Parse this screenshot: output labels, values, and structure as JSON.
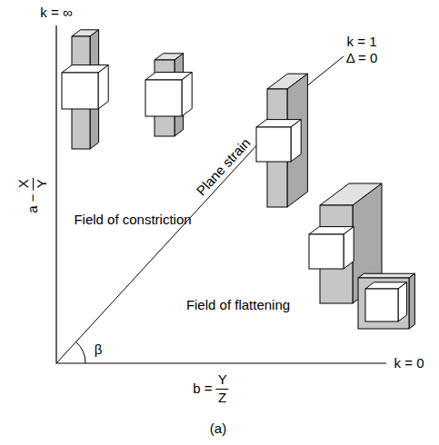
{
  "diagram": {
    "caption": "(a)",
    "labels": [
      "k = ∞",
      "a −",
      "X",
      "Y",
      "Field of constriction",
      "Plane strain",
      "k = 1",
      "Δ = 0",
      "Field of flattening",
      "β",
      "b =",
      "Y",
      "Z",
      "k = 0"
    ]
  }
}
